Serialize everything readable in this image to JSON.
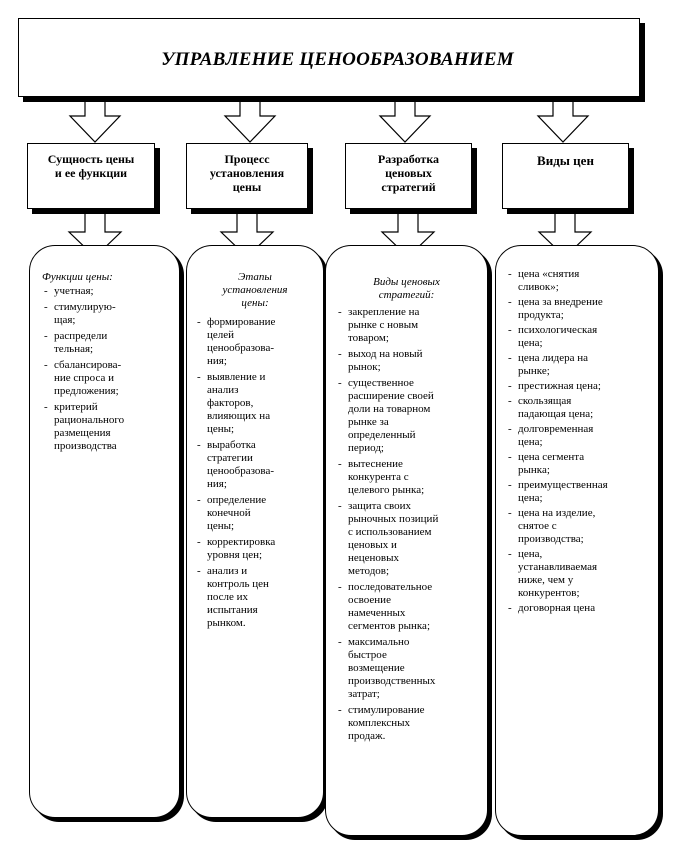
{
  "title": "УПРАВЛЕНИЕ ЦЕНООБРАЗОВАНИЕМ",
  "headers": [
    "Сущность цены\nи ее функции",
    "Процесс\nустановления\nцены",
    "Разработка\nценовых\nстратегий",
    "Виды цен"
  ],
  "panels": [
    {
      "title": "Функции цены:",
      "items": [
        "учетная;",
        "стимулирую-\nщая;",
        "распредели\nтельная;",
        "сбалансирова-\nние спроса и\nпредложения;",
        "критерий\nрационального\nразмещения\nпроизводства"
      ]
    },
    {
      "title": "Этапы\nустановления\nцены:",
      "items": [
        "формирование\nцелей\nценообразова-\nния;",
        "выявление и\nанализ\nфакторов,\nвлияющих на\nцены;",
        "выработка\nстратегии\nценообразова-\nния;",
        "определение\nконечной\nцены;",
        "корректировка\nуровня цен;",
        "анализ и\nконтроль цен\nпосле их\nиспытания\nрынком."
      ]
    },
    {
      "title": "Виды ценовых\nстратегий:",
      "items": [
        "закрепление на\nрынке с новым\nтоваром;",
        "выход на новый\nрынок;",
        "существенное\nрасширение своей\nдоли на товарном\nрынке за\nопределенный\nпериод;",
        "вытеснение\nконкурента с\nцелевого рынка;",
        "защита своих\nрыночных позиций\nс использованием\nценовых и\nнеценовых\nметодов;",
        "последовательное\nосвоение\nнамеченных\nсегментов рынка;",
        "максимально\nбыстрое\nвозмещение\nпроизводственных\nзатрат;",
        "стимулирование\nкомплексных\nпродаж."
      ]
    },
    {
      "title": "",
      "items": [
        "цена «снятия\nсливок»;",
        "цена за внедрение\nпродукта;",
        "психологическая\nцена;",
        "цена лидера на\nрынке;",
        "престижная цена;",
        "скользящая\nпадающая цена;",
        "долговременная\nцена;",
        "цена сегмента\nрынка;",
        "преимущественная\nцена;",
        "цена на изделие,\nснятое с\nпроизводства;",
        "цена,\nустанавливаемая\nниже, чем у\nконкурентов;",
        "договорная цена"
      ]
    }
  ]
}
